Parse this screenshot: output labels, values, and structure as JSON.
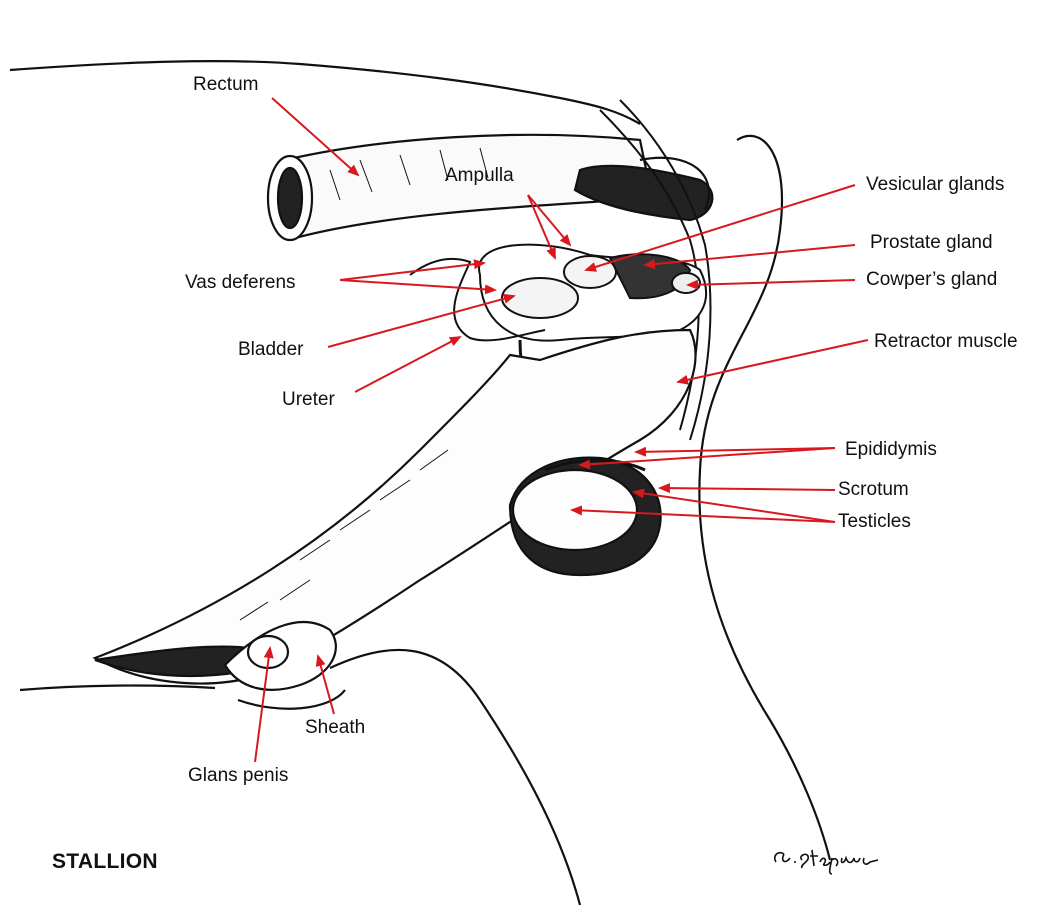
{
  "title": "STALLION",
  "labels": {
    "rectum": "Rectum",
    "ampulla": "Ampulla",
    "vesicular_glands": "Vesicular glands",
    "prostate_gland": "Prostate gland",
    "cowpers_gland": "Cowper’s gland",
    "vas_deferens": "Vas deferens",
    "bladder": "Bladder",
    "ureter": "Ureter",
    "retractor_muscle": "Retractor muscle",
    "epididymis": "Epididymis",
    "scrotum": "Scrotum",
    "testicles": "Testicles",
    "sheath": "Sheath",
    "glans_penis": "Glans penis"
  },
  "signature": "G. Stegman",
  "colors": {
    "leader": "#d7191f",
    "ink": "#111111"
  }
}
